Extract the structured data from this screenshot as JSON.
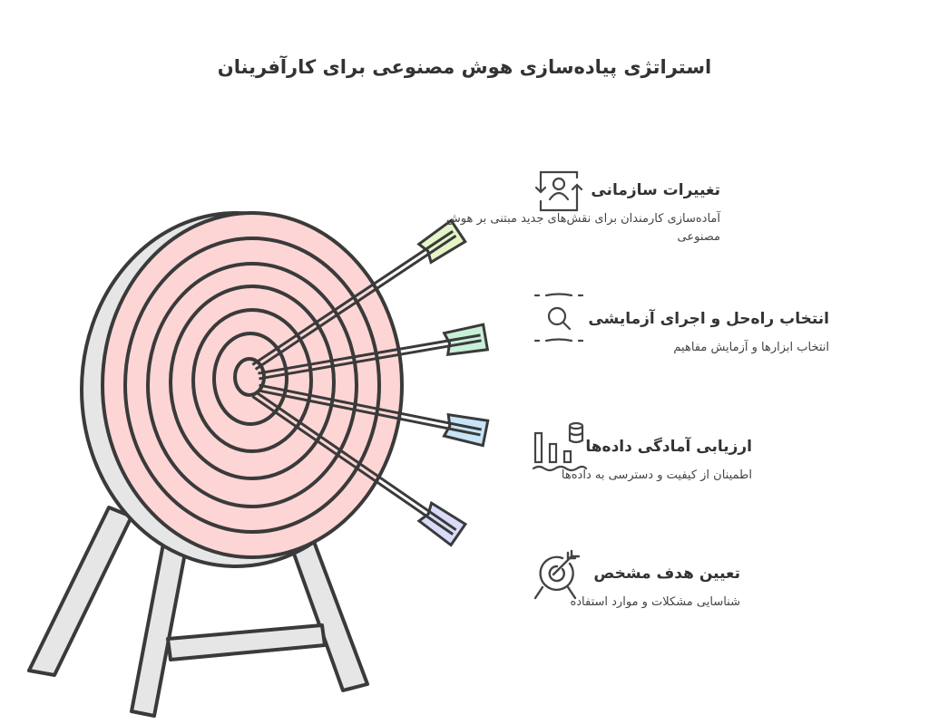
{
  "title": "استراتژی پیاده‌سازی هوش مصنوعی برای کارآفرینان",
  "items": [
    {
      "title": "تغییرات سازمانی",
      "desc": "آماده‌سازی کارمندان برای نقش‌های جدید مبتنی بر هوش مصنوعی",
      "icon": "org-change-icon",
      "fletch": "#e4f5c8"
    },
    {
      "title": "انتخاب راه‌حل و اجرای آزمایشی",
      "desc": "انتخاب ابزارها و آزمایش مفاهیم",
      "icon": "search-icon",
      "fletch": "#c8f0d8"
    },
    {
      "title": "ارزیابی آمادگی داده‌ها",
      "desc": "اطمینان از کیفیت و دسترسی به داده‌ها",
      "icon": "data-chart-icon",
      "fletch": "#c8e4f8"
    },
    {
      "title": "تعیین هدف مشخص",
      "desc": "شناسایی مشکلات و موارد استفاده",
      "icon": "target-icon",
      "fletch": "#d8dcf8"
    }
  ],
  "colors": {
    "target_fill": "#fdd5d5",
    "stroke": "#3a3a3a",
    "legs": "#e6e6e6"
  }
}
